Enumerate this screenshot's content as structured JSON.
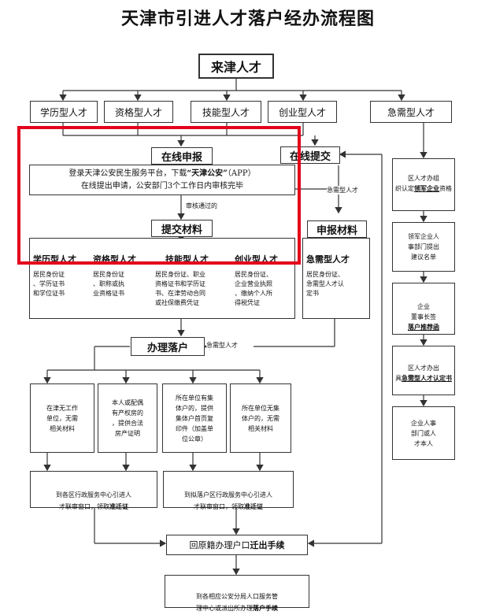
{
  "title": "天津市引进人才落户经办流程图",
  "root": "来津人才",
  "categories": [
    "学历型人才",
    "资格型人才",
    "技能型人才",
    "创业型人才",
    "急需型人才"
  ],
  "online_apply": {
    "label": "在线申报",
    "line1_a": "登录天津公安民生服务平台，下载",
    "line1_b": "“天津公安”",
    "line1_c": "（APP）",
    "line2": "在线提出申请，公安部门3个工作日内审核完毕",
    "approved": "审核通过的"
  },
  "submit_materials": {
    "label": "提交材料",
    "types": [
      "学历型人才",
      "资格型人才",
      "技能型人才",
      "创业型人才"
    ],
    "details": [
      "居民身份证\n、学历证书\n和学位证书",
      "居民身份证\n、职称或执\n业资格证书",
      "居民身份证、职业\n资格证书和学历证\n书、在津劳动合同\n或社保缴费凭证",
      "居民身份证、\n企业营业执照\n、缴纳个人所\n得税凭证"
    ]
  },
  "online_submit": {
    "label": "在线提交",
    "note": "急需型人才"
  },
  "declare_materials": {
    "label": "申报材料",
    "type": "急需型人才",
    "detail": "居民身份证、\n急需型人才认\n定书"
  },
  "urgent_steps": [
    {
      "pre": "区人才办组\n织认定",
      "bold": "领军企业",
      "post": "资格"
    },
    {
      "pre": "领军企业人\n事部门提出\n建议名单",
      "bold": "",
      "post": ""
    },
    {
      "pre": "企业\n董事长签\n",
      "bold": "落户推荐函",
      "post": ""
    },
    {
      "pre": "区人才办出\n具",
      "bold": "急需型人才认定书",
      "post": ""
    },
    {
      "pre": "企业人事\n部门或人\n才本人",
      "bold": "",
      "post": ""
    }
  ],
  "settle": {
    "label": "办理落户",
    "note": "急需型人才"
  },
  "cases": [
    "在津无工作\n单位，无需\n相关材料",
    "本人或配偶\n有产权房的\n，提供合法\n房产证明",
    "所在单位有集\n体户的，提供\n集体户首页复\n印件（加盖单\n位公章）",
    "所在单位无集\n体户的，无需\n相关材料"
  ],
  "window_left": {
    "text": "到各区行政服务中心引进人\n才联审窗口，领取",
    "bold": "准迁证"
  },
  "window_right": {
    "text": "到拟落户区行政服务中心引进人\n才联审窗口，领取",
    "bold": "准迁证"
  },
  "move_out": {
    "text": "回原籍办理户口",
    "bold": "迁出手续"
  },
  "settle_final": {
    "text": "到各相应公安分局人口服务管\n理中心或派出所办理",
    "bold": "落户手续"
  }
}
